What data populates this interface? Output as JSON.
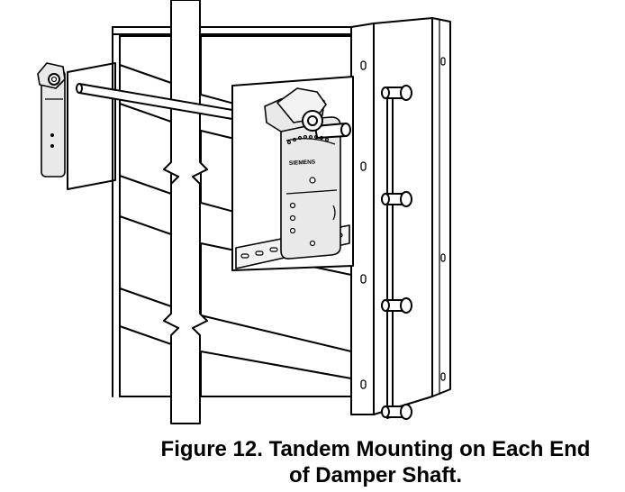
{
  "figure": {
    "actuator_brand": "SIEMENS"
  },
  "caption": {
    "line1": "Figure 12.  Tandem Mounting on Each End",
    "line2": "of Damper Shaft."
  }
}
